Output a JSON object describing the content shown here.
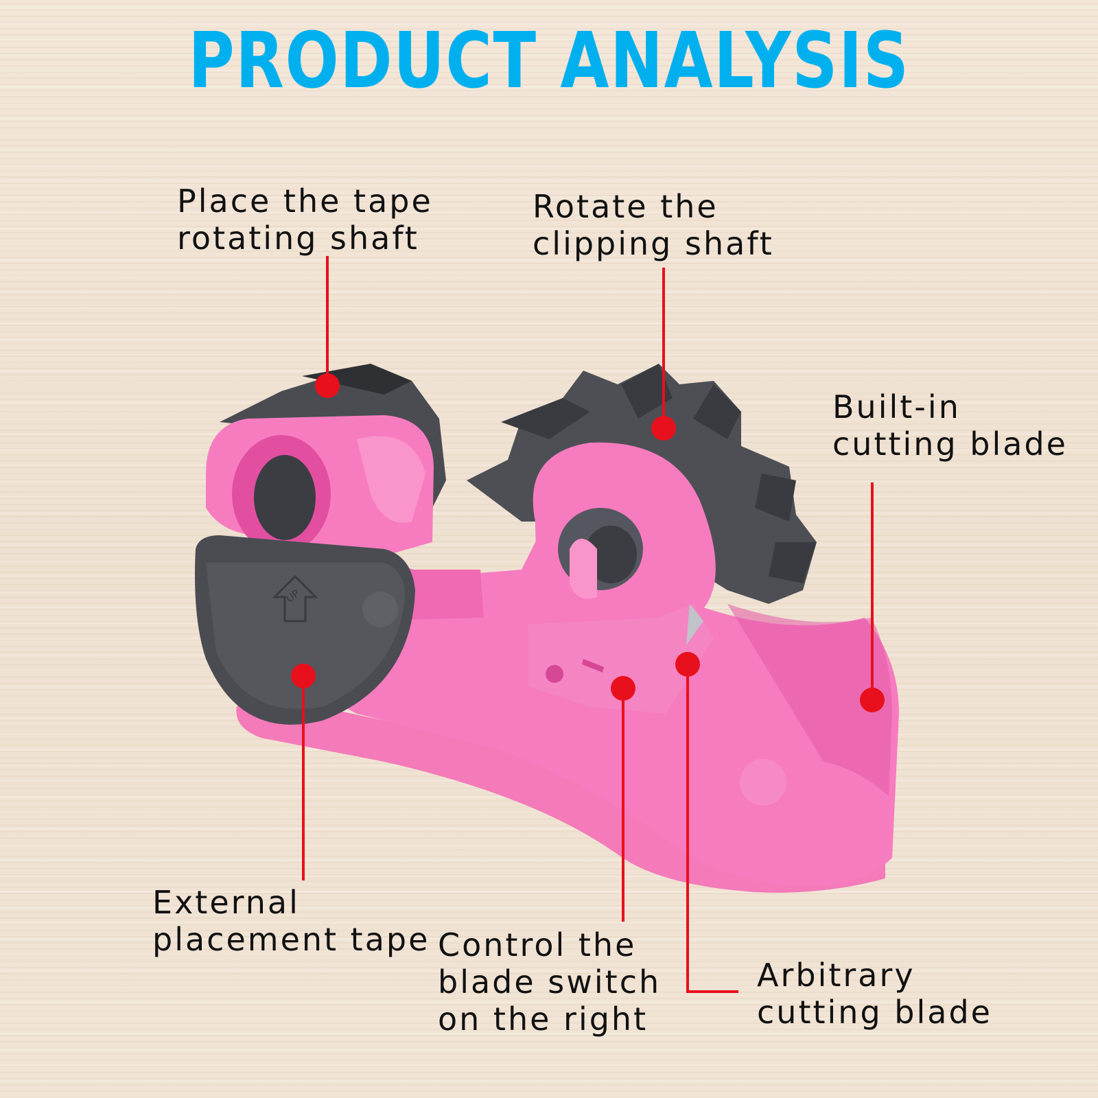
{
  "title": "PRODUCT ANALYSIS",
  "labels": {
    "tape_shaft": [
      "Place the tape",
      "rotating shaft"
    ],
    "clipping_shaft": [
      "Rotate the",
      "clipping shaft"
    ],
    "builtin_blade": [
      "Built-in",
      "cutting blade"
    ],
    "external_tape": [
      "External",
      "placement tape"
    ],
    "blade_switch": [
      "Control the",
      "blade switch",
      "on the right"
    ],
    "arbitrary_blade": [
      "Arbitrary",
      "cutting blade"
    ]
  },
  "embossed_mark": "UP",
  "colors": {
    "title": "#00b0ee",
    "callout": "#e8101c",
    "body": "#f77cbf",
    "body_shadow": "#e256a6",
    "dark_part": "#4a4c52"
  }
}
